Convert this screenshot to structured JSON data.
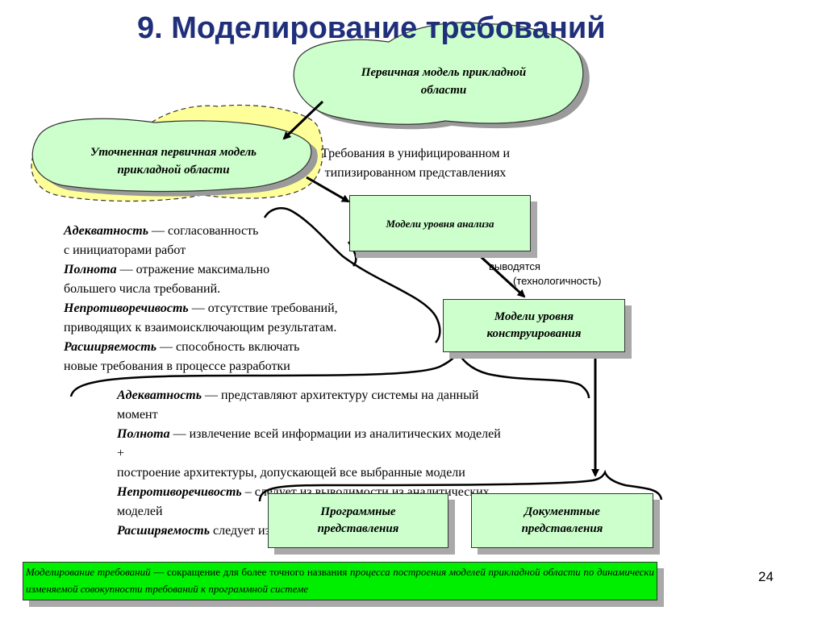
{
  "title": "9. Моделирование требований",
  "clouds": {
    "primary": {
      "line1": "Первичная модель прикладной",
      "line2": "области"
    },
    "refined": {
      "line1": "Уточненная первичная модель",
      "line2": "прикладной области"
    }
  },
  "requirements_note": {
    "line1": "Требования в унифицированном и",
    "line2": "типизированном представлениях"
  },
  "boxes": {
    "analysis": "Модели уровня анализа",
    "design": {
      "line1": "Модели уровня",
      "line2": "конструирования"
    },
    "program": {
      "line1": "Программные",
      "line2": "представления"
    },
    "document": {
      "line1": "Документные",
      "line2": "представления"
    }
  },
  "derive_label": {
    "line1": "выводятся",
    "line2": "(технологичность)"
  },
  "analysis_props": [
    {
      "term": "Адекватность",
      "text": " — согласованность"
    },
    {
      "term": "",
      "text": "с инициаторами работ"
    },
    {
      "term": "Полнота",
      "text": " — отражение максимально"
    },
    {
      "term": "",
      "text": "большего числа требований."
    },
    {
      "term": "Непротиворечивость",
      "text": " — отсутствие требований,"
    },
    {
      "term": "",
      "text": "приводящих к взаимоисключающим результатам."
    },
    {
      "term": "Расширяемость",
      "text": " — способность включать"
    },
    {
      "term": "",
      "text": "новые требования в процессе разработки"
    }
  ],
  "design_props": [
    {
      "term": "Адекватность",
      "text": " — представляют архитектуру системы на данный"
    },
    {
      "term": "",
      "text": "момент"
    },
    {
      "term": "Полнота",
      "text": " — извлечение всей информации из аналитических моделей"
    },
    {
      "term": "",
      "text": "+"
    },
    {
      "term": "",
      "text": "построение архитектуры, допускающей все выбранные модели"
    },
    {
      "term": "Непротиворечивость",
      "text": " – следует из выводимости из аналитических"
    },
    {
      "term": "",
      "text": "моделей"
    },
    {
      "term": "Расширяемость",
      "text": " следует из свойств архитектуры"
    }
  ],
  "definition": {
    "term": "Моделирование требований",
    "dash": " — сокращение для более точного названия ",
    "italic": "процесса построения моделей прикладной области по динамически изменяемой совокупности требований к программной системе"
  },
  "page_number": "24",
  "colors": {
    "title": "#1f2f7a",
    "cloud_fill": "#ccffcc",
    "box_fill": "#ccffcc",
    "definition_fill": "#00ee00",
    "halo_fill": "#ffff99",
    "shadow": "#a9a9a9"
  }
}
